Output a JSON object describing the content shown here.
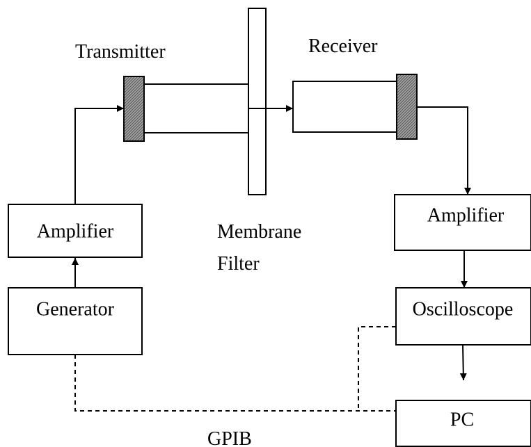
{
  "labels": {
    "transmitter": "Transmitter",
    "receiver": "Receiver",
    "membrane_filter_line1": "Membrane",
    "membrane_filter_line2": "Filter",
    "gpib": "GPIB"
  },
  "blocks": {
    "amplifier_left": "Amplifier",
    "generator": "Generator",
    "amplifier_right": "Amplifier",
    "oscilloscope": "Oscilloscope",
    "pc": "PC"
  },
  "colors": {
    "stroke": "#000000",
    "transducer_fill": "#9a9a9a",
    "background": "#ffffff"
  }
}
